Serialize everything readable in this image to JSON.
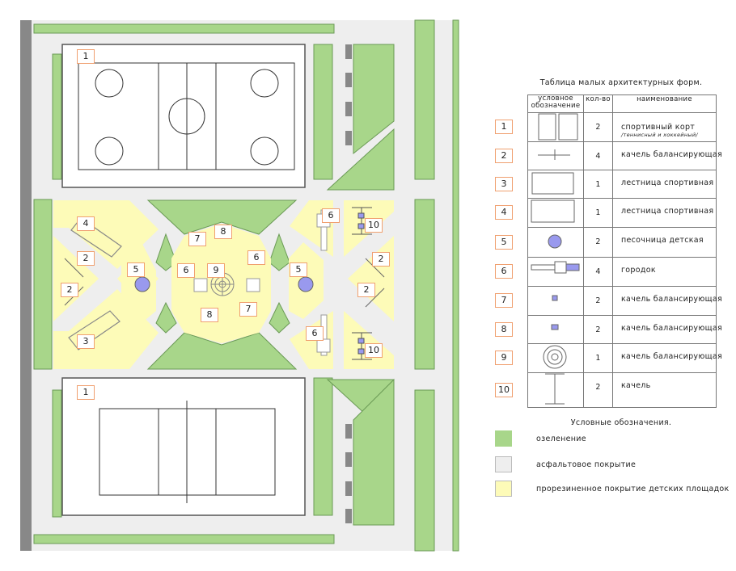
{
  "plan": {
    "markers": [
      "1",
      "1",
      "4",
      "2",
      "2",
      "3",
      "5",
      "6",
      "8",
      "9",
      "6",
      "7",
      "7",
      "8",
      "5",
      "6",
      "6",
      "10",
      "2",
      "2",
      "10"
    ]
  },
  "table": {
    "title": "Таблица малых архитектурных форм.",
    "headers": {
      "symbol": "условное обозначение",
      "qty": "кол-во",
      "name": "наименование"
    },
    "rows": [
      {
        "num": "1",
        "qty": "2",
        "name": "спортивный корт",
        "note": "/теннисный и хоккейный/"
      },
      {
        "num": "2",
        "qty": "4",
        "name": "качель балансирующая"
      },
      {
        "num": "3",
        "qty": "1",
        "name": "лестница спортивная"
      },
      {
        "num": "4",
        "qty": "1",
        "name": "лестница спортивная"
      },
      {
        "num": "5",
        "qty": "2",
        "name": "песочница детская"
      },
      {
        "num": "6",
        "qty": "4",
        "name": "городок"
      },
      {
        "num": "7",
        "qty": "2",
        "name": "качель балансирующая"
      },
      {
        "num": "8",
        "qty": "2",
        "name": "качель балансирующая"
      },
      {
        "num": "9",
        "qty": "1",
        "name": "качель балансирующая"
      },
      {
        "num": "10",
        "qty": "2",
        "name": "качель"
      }
    ]
  },
  "legend": {
    "title": "Условные обозначения.",
    "items": [
      {
        "label": "озеленение",
        "color": "#a8d68a"
      },
      {
        "label": "асфальтовое покрытие",
        "color": "#eeeeee"
      },
      {
        "label": "прорезиненное покрытие детских площадок",
        "color": "#fdfbb8"
      }
    ]
  },
  "colors": {
    "green": "#a8d68a",
    "asphalt": "#eeeeee",
    "rubber": "#fdfbb8",
    "equipment": "#9999ee",
    "marker": "#f07020"
  }
}
